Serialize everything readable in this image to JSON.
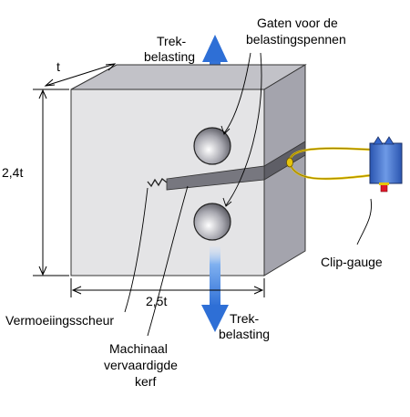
{
  "labels": {
    "load_top_line1": "Trek-",
    "load_top_line2": "belasting",
    "holes_line1": "Gaten voor de",
    "holes_line2": "belastingspennen",
    "thickness": "t",
    "height": "2,4t",
    "width": "2,5t",
    "clip_gauge": "Clip-gauge",
    "fatigue_crack": "Vermoeiingsscheur",
    "notch_line1": "Machinaal",
    "notch_line2": "vervaardigde",
    "notch_line3": "kerf",
    "load_bottom_line1": "Trek-",
    "load_bottom_line2": "belasting"
  },
  "colors": {
    "block_front": "#e4e4e6",
    "block_top": "#c2c2c8",
    "block_side": "#a4a4ad",
    "notch": "#77777f",
    "arrow": "#2e6fd6",
    "gauge_body": "#3567cc",
    "gauge_wire": "#e6c40a",
    "gauge_pin": "#e0182a"
  }
}
